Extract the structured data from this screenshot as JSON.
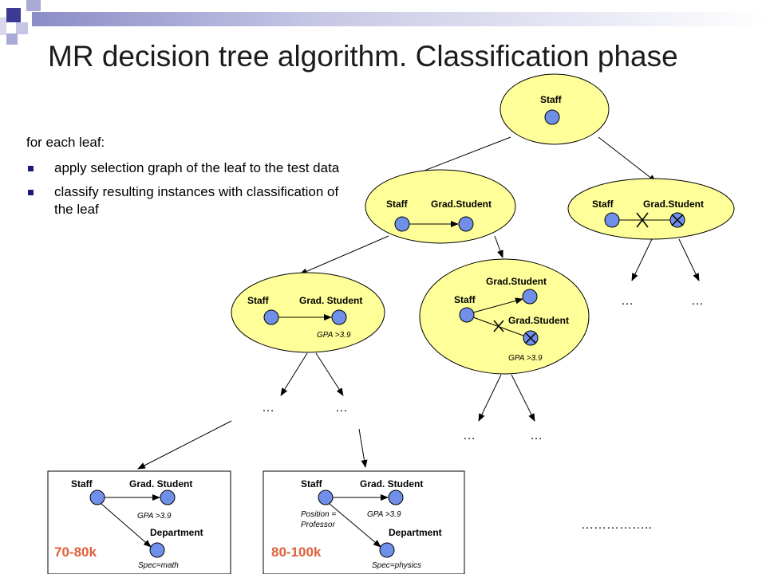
{
  "title": "MR decision tree algorithm. Classification phase",
  "intro": "for each leaf:",
  "bullets": [
    "apply selection graph of the leaf to the test data",
    "classify resulting instances with classification of the leaf"
  ],
  "colors": {
    "node_fill": "#ffff99",
    "node_circle": "#6f8fe8",
    "range_text": "#e0603a",
    "bullet": "#1a1a80"
  },
  "nodes": {
    "root": {
      "staff": "Staff"
    },
    "left2": {
      "staff": "Staff",
      "grad": "Grad.Student"
    },
    "right2": {
      "staff": "Staff",
      "grad": "Grad.Student"
    },
    "l3a": {
      "staff": "Staff",
      "grad": "Grad. Student",
      "cond": "GPA >3.9"
    },
    "l3b": {
      "staff": "Staff",
      "grad_top": "Grad.Student",
      "grad_bottom": "Grad.Student",
      "cond": "GPA >3.9"
    }
  },
  "ellipsis": "…",
  "dotted": "……………..",
  "boxes": [
    {
      "staff": "Staff",
      "grad": "Grad. Student",
      "gpa": "GPA >3.9",
      "dept": "Department",
      "spec": "Spec=math",
      "range": "70-80k"
    },
    {
      "staff": "Staff",
      "grad": "Grad. Student",
      "pos1": "Position =",
      "pos2": "Professor",
      "gpa": "GPA >3.9",
      "dept": "Department",
      "spec": "Spec=physics",
      "range": "80-100k"
    }
  ]
}
